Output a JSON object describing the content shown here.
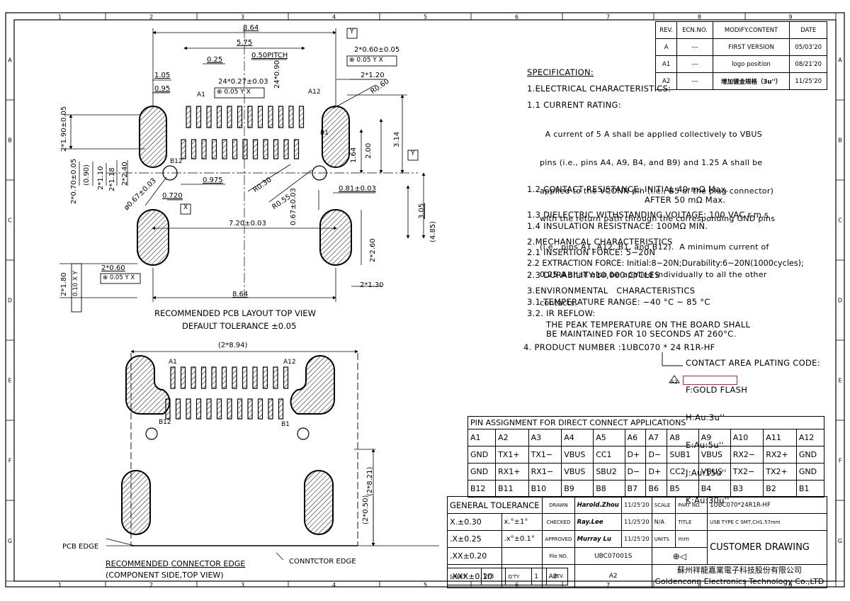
{
  "border": {
    "top_cols": [
      "1",
      "2",
      "3",
      "4",
      "5",
      "6",
      "7",
      "8",
      "9"
    ],
    "side_rows": [
      "A",
      "B",
      "C",
      "D",
      "E",
      "F",
      "G"
    ]
  },
  "revision": {
    "headers": [
      "REV.",
      "ECN.NO.",
      "MODIFY.CONTENT",
      "DATE"
    ],
    "rows": [
      [
        "A",
        "---",
        "FIRST VERSION",
        "05/03'20"
      ],
      [
        "A1",
        "---",
        "logo position",
        "08/21'20"
      ],
      [
        "A2",
        "---",
        "增加镀金规格（3u''）",
        "11/25'20"
      ]
    ]
  },
  "pcb_layout": {
    "dims": {
      "d864_top": "8.64",
      "d575": "5.75",
      "d060pos": "2*0.60±0.05",
      "d025": "0.25",
      "d050pitch": "0.50PITCH",
      "d027": "24*0.27±0.03",
      "d090": "24*0.90",
      "d105": "1.05",
      "d095": "0.95",
      "d120": "2*1.20",
      "r060": "R0.60",
      "d190": "2*1.90±0.05",
      "d314": "3.14",
      "d200": "2.00",
      "d164": "1.64",
      "d070": "2*0.70±0.05",
      "d090b": "(0.90)",
      "d110": "2*1.10",
      "d118": "2*1.18",
      "d240": "2*2.40",
      "phi067": "ø0.67±0.03",
      "d975": "0.975",
      "r030": "R0.30",
      "r055": "R0.55",
      "d067": "0.67±0.03",
      "d081": "0.81±0.03",
      "d720": "0.720",
      "d305": "3.05",
      "d485": "(4.85)",
      "d7_20": "7.20±0.03",
      "d260": "2*2.60",
      "d180": "2*1.80",
      "d060b": "2*0.60",
      "d130": "2*1.30",
      "d864_bot": "8.64"
    },
    "gdt": {
      "x005yx": [
        "⊕",
        "0.05",
        "Y",
        "X"
      ],
      "y": "Y",
      "x": "X",
      "v010": "0.10",
      "xy": [
        "X",
        "Y"
      ]
    },
    "pin_labels": {
      "a1": "A1",
      "a12": "A12",
      "b1": "B1",
      "b12": "B12"
    },
    "title": "RECOMMENDED PCB LAYOUT TOP VIEW",
    "tolerance": "DEFAULT TOLERANCE ±0.05"
  },
  "connector_edge": {
    "d894": "(2*8.94)",
    "d821": "(2*8.21)",
    "d050": "(2*0.50)",
    "pin_labels": {
      "a1": "A1",
      "a12": "A12",
      "b1": "B1",
      "b12": "B12"
    },
    "pcb_edge": "PCB EDGE",
    "conn_edge": "CONNTCTOR EDGE",
    "title": "RECOMMENDED CONNECTOR EDGE",
    "subtitle": "(COMPONENT SIDE,TOP VIEW)"
  },
  "spec": {
    "heading": "SPECIFICATION:",
    "s1": "1.ELECTRICAL CHARACTERISTICS:",
    "s11": "1.1 CURRENT RATING:",
    "s11_body": [
      "  A current of 5 A shall be applied collectively to VBUS",
      "pins (i.e., pins A4, A9, B4, and B9) and 1.25 A shall be",
      "applied to the VCONN pin (i.e., B5 of the plug connector)",
      "with the return path through the corresponding GND pins",
      "(i.e., pins A1, A12, B1, and B12).  A minimum current of",
      "0.25 A shall also be applied individually to all the other",
      "contacts."
    ],
    "s12": "1.2 CONTACT RESISTANCE: INITIAL 40 mΩ Max.",
    "s12b": "AFTER 50 mΩ Max.",
    "s13": "1.3 DIELECTRIC WITHSTANDING VOLTAGE: 100 VAC r.m.s",
    "s14": "1.4 INSULATION RESISTNACE: 100MΩ MIN.",
    "s2": "2.MECHANICAL CHARACTERISTICS",
    "s21": "2.1 INSERTION FORCE: 5~20N",
    "s22": "2.2 EXTRACTION FORCE: Initial:8~20N;Durability:6~20N(1000cycles);",
    "s23": "2.3 DURABILITY:10,000 CYCLES",
    "s3": "3.ENVIRONMENTAL   CHARACTERISTICS",
    "s31": "3.1 TEMPERATURE RANGE: −40 °C ~ 85 °C",
    "s32": "3.2. IR REFLOW:",
    "s32a": "THE PEAK TEMPERATURE ON THE BOARD SHALL",
    "s32b": "BE MAINTAINED FOR 10 SECONDS AT 260°C.",
    "s4": "4. PRODUCT NUMBER :1UBC070 * 24 R1R-HF",
    "plating_title": "CONTACT AREA PLATING CODE:",
    "plating": [
      "F:GOLD FLASH",
      "H:Au:3u''",
      "E:Au:5u''",
      "J:Au:15u''",
      "K:Au:30u''"
    ],
    "rev_flag": "A2"
  },
  "pin_table": {
    "title": "PIN ASSIGNMENT FOR DIRECT CONNECT APPLICATIONS",
    "row_a": [
      "A1",
      "A2",
      "A3",
      "A4",
      "A5",
      "A6",
      "A7",
      "A8",
      "A9",
      "A10",
      "A11",
      "A12"
    ],
    "row_a_sig": [
      "GND",
      "TX1+",
      "TX1−",
      "VBUS",
      "CC1",
      "D+",
      "D−",
      "SUB1",
      "VBUS",
      "RX2−",
      "RX2+",
      "GND"
    ],
    "row_b_sig": [
      "GND",
      "RX1+",
      "RX1−",
      "VBUS",
      "SBU2",
      "D−",
      "D+",
      "CC2",
      "VBUS",
      "TX2−",
      "TX2+",
      "GND"
    ],
    "row_b": [
      "B12",
      "B11",
      "B10",
      "B9",
      "B8",
      "B7",
      "B6",
      "B5",
      "B4",
      "B3",
      "B2",
      "B1"
    ]
  },
  "title_block": {
    "gen_tol": "GENERAL TOLERANCE",
    "tol": [
      [
        "X.±0.30",
        "x.°±1°"
      ],
      [
        ".X±0.25",
        ".x°±0.1°"
      ],
      [
        ".XX±0.20",
        ""
      ],
      [
        ".XXX±0.10",
        ""
      ]
    ],
    "drawn": "DRAWN",
    "drawn_by": "Harold.Zhou",
    "drawn_date": "11/25'20",
    "checked": "CHECKED",
    "checked_by": "Ray.Lee",
    "checked_date": "11/25'20",
    "approved": "APPROVED",
    "approved_by": "Murray Lu",
    "approved_date": "11/25'20",
    "file_no": "File NO.",
    "file_val": "UBC07001S",
    "scale": "SCALE",
    "scale_val": "N/A",
    "title_l": "TITLE",
    "title_val": "USB TYPE C SMT,CH1.57mm",
    "units": "UNITS",
    "units_val": "mm",
    "part_no": "PART NO.",
    "part_val": "1UBC070*24R1R-HF",
    "customer": "CUSTOMER DRAWING",
    "rev": "REV.",
    "rev_val": "A2",
    "sheet": "SHEET",
    "sheet_val": "2/3",
    "qty": "Q'TY",
    "qty_val": "1",
    "company_cn": "蘇州祥龍嘉業電子科技股份有限公司",
    "company_en": "Goldenconn Electronics Technology Co.,LTD"
  }
}
